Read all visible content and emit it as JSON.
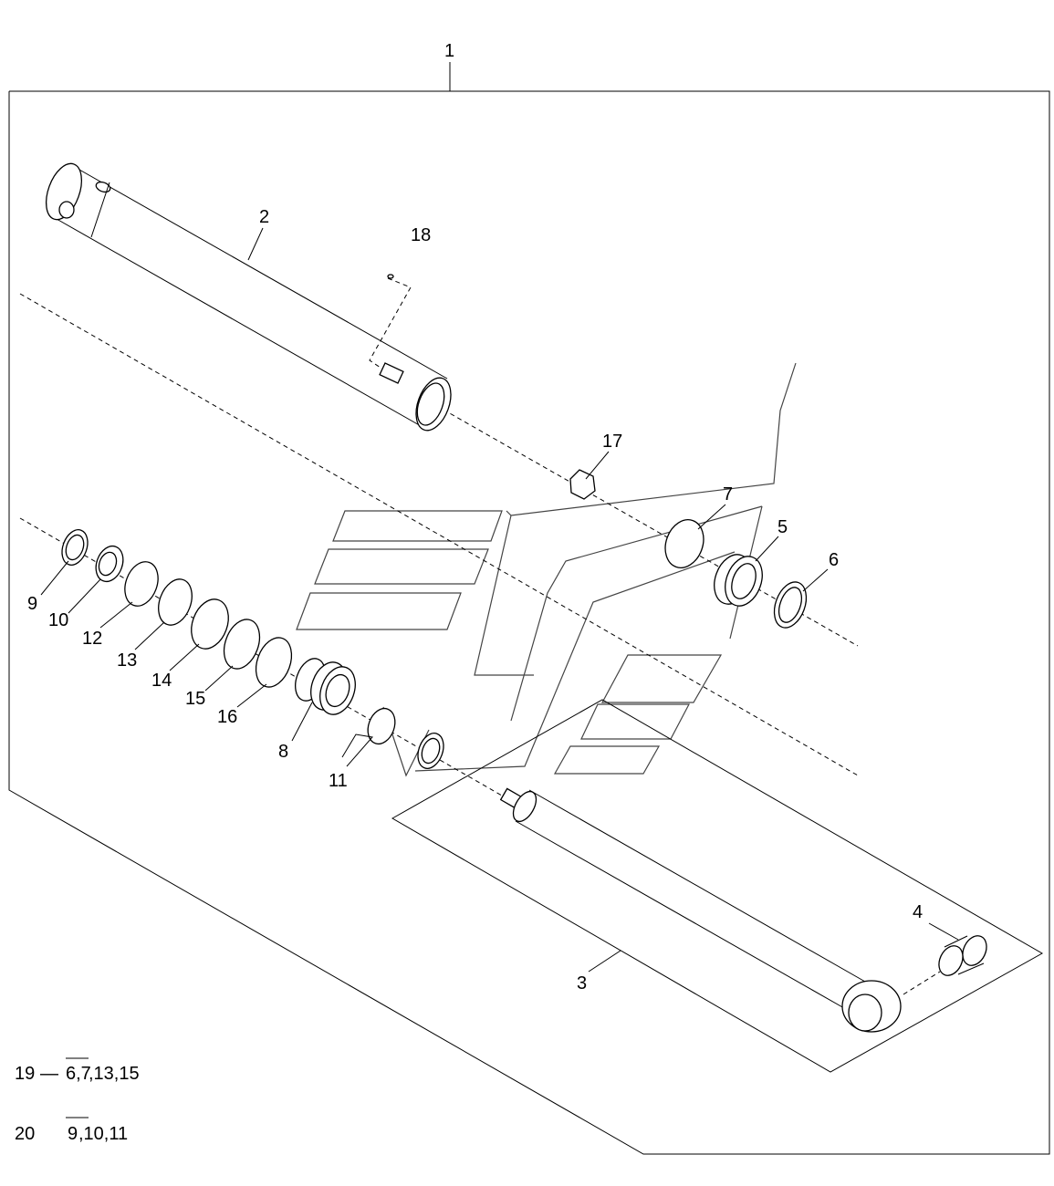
{
  "callouts": [
    {
      "id": "c1",
      "text": "1"
    },
    {
      "id": "c2",
      "text": "2"
    },
    {
      "id": "c3",
      "text": "3"
    },
    {
      "id": "c4",
      "text": "4"
    },
    {
      "id": "c5",
      "text": "5"
    },
    {
      "id": "c6",
      "text": "6"
    },
    {
      "id": "c7",
      "text": "7"
    },
    {
      "id": "c8",
      "text": "8"
    },
    {
      "id": "c9",
      "text": "9"
    },
    {
      "id": "c10",
      "text": "10"
    },
    {
      "id": "c11",
      "text": "11"
    },
    {
      "id": "c12",
      "text": "12"
    },
    {
      "id": "c13",
      "text": "13"
    },
    {
      "id": "c14",
      "text": "14"
    },
    {
      "id": "c15",
      "text": "15"
    },
    {
      "id": "c16",
      "text": "16"
    },
    {
      "id": "c17",
      "text": "17"
    },
    {
      "id": "c18",
      "text": "18"
    }
  ],
  "kits": [
    {
      "number": "19",
      "dash": "—",
      "underlined_items": "6,7",
      "other_items": ",13,15"
    },
    {
      "number": "20",
      "dash": "",
      "underlined_items": "9",
      "other_items": ",10,11"
    }
  ]
}
